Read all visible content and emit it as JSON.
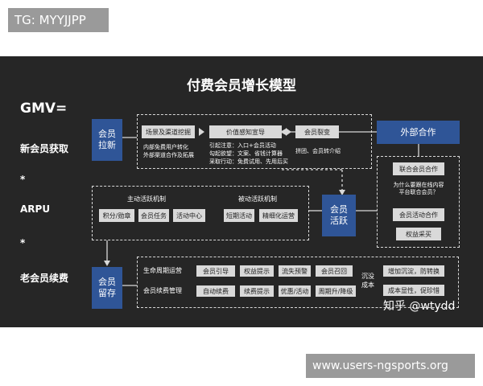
{
  "tag_top": "TG: MYYJJPP",
  "tag_bottom": "www.users-ngsports.org",
  "watermark": "知乎 @wtydd",
  "title": "付费会员增长模型",
  "formula": {
    "gmv": "GMV=",
    "new_member": "新会员获取",
    "mult1": "*",
    "arpu": "ARPU",
    "mult2": "*",
    "renewal": "老会员续费"
  },
  "blocks": {
    "member_acquire": "会员\n拉新",
    "member_active": "会员\n活跃",
    "member_retain": "会员\n留存",
    "external": "外部合作"
  },
  "funnel": {
    "step1": "场景及渠道挖掘",
    "step2": "价值感知宣导",
    "step3": "会员裂变",
    "note1": "内部免费用户转化\n外部渠道合作及拓展",
    "note2": "引起注意：入口+会员活动\n勾起欲望：文案、省钱计算器\n采取行动：免费试用、先用后买",
    "note3": "拼团、会员转介绍"
  },
  "external_items": {
    "item1": "联合会员合作",
    "note": "为什么要跟在线内容\n平台联合会员？",
    "item2": "会员活动合作",
    "item3": "权益采买"
  },
  "active": {
    "proactive_title": "主动活跃机制",
    "proactive_items": [
      "积分/勋章",
      "会员任务",
      "活动中心"
    ],
    "passive_title": "被动活跃机制",
    "passive_items": [
      "短期活动",
      "精细化运营"
    ]
  },
  "retain": {
    "row1_label": "生命周期运营",
    "row1_items": [
      "会员引导",
      "权益提示",
      "流失预警",
      "会员召回"
    ],
    "row2_label": "会员续费管理",
    "row2_items": [
      "自动续费",
      "续费提示",
      "优惠/活动",
      "周期升/降级"
    ],
    "sunk_cost": "沉没\n成本",
    "right_items": [
      "增加沉淀，防转换",
      "成本显性，促珍惜"
    ]
  }
}
